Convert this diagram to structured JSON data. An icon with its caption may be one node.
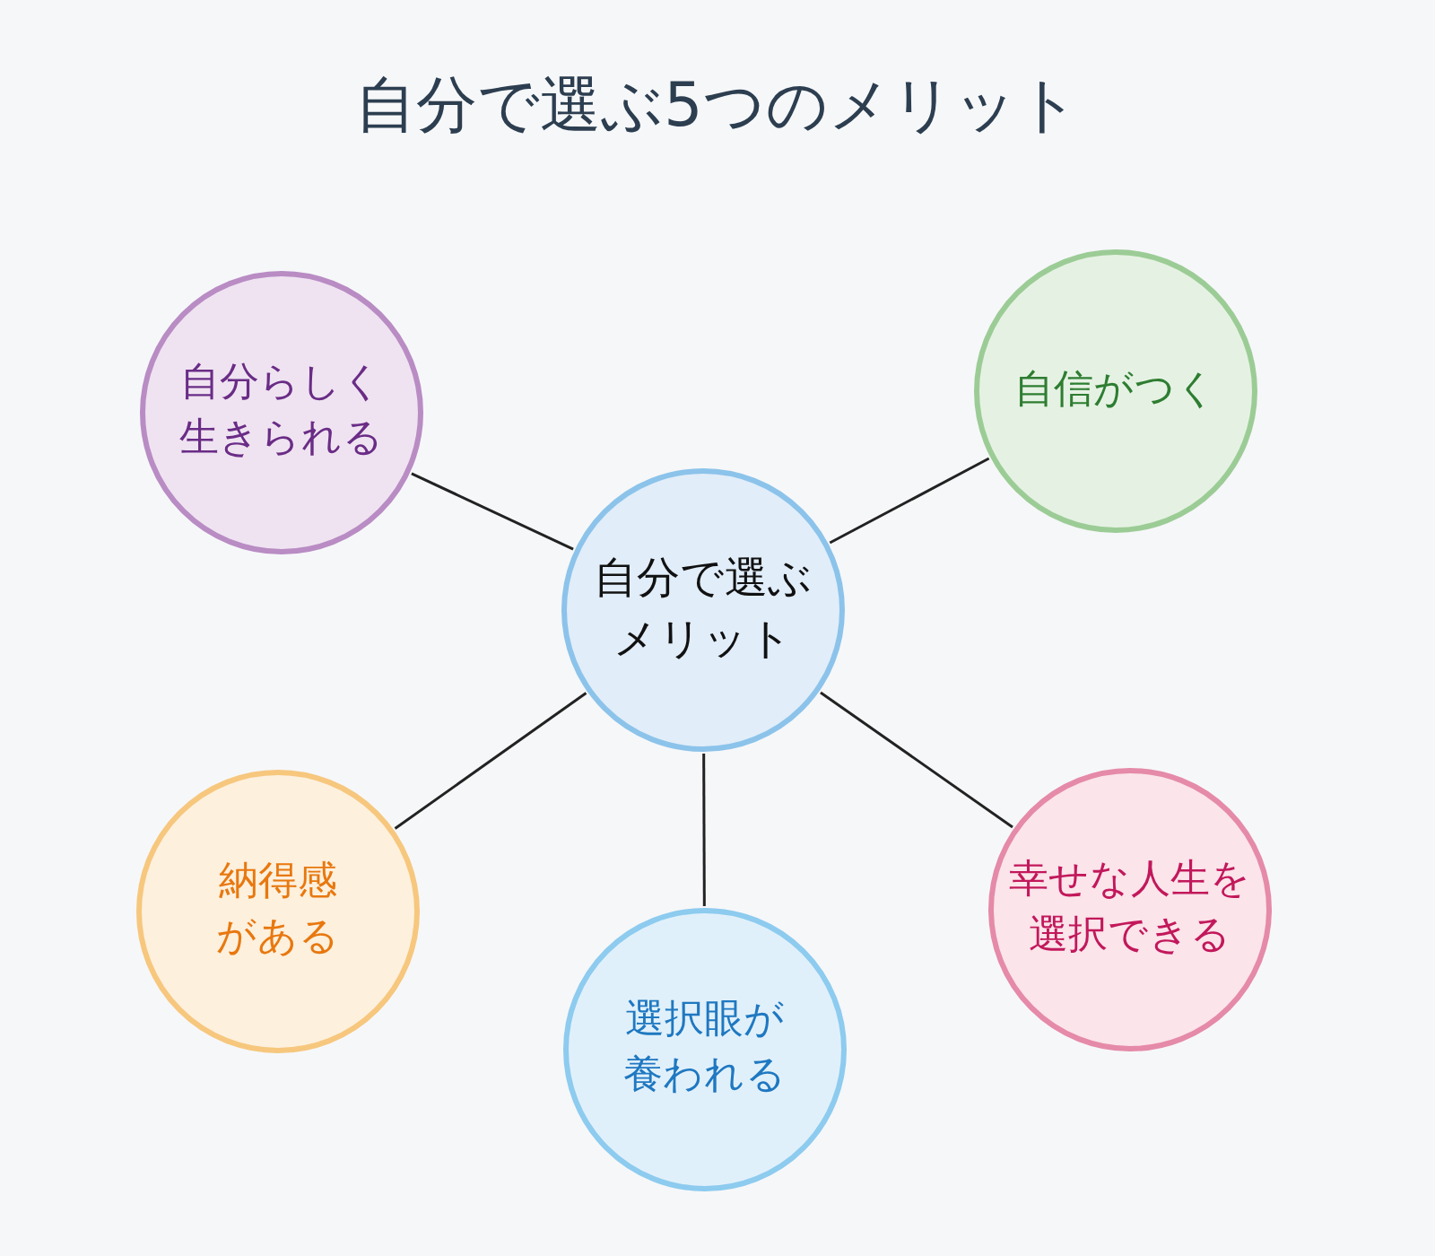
{
  "diagram": {
    "title": "自分で選ぶ5つのメリット",
    "nodes": [
      {
        "text": [
          "自分で選ぶメリット"
        ]
      },
      {
        "text": [
          "自分らしく生きられる"
        ]
      },
      {
        "text": [
          "自信がつく"
        ]
      },
      {
        "text": [
          "納得感がある"
        ]
      },
      {
        "text": [
          "選択眼が養われる"
        ]
      },
      {
        "text": [
          "幸せな人生を選択できる"
        ]
      }
    ],
    "edges": [
      {
        "from": 0,
        "to": 1,
        "arrow": "none"
      },
      {
        "from": 0,
        "to": 2,
        "arrow": "none"
      },
      {
        "from": 0,
        "to": 3,
        "arrow": "none"
      },
      {
        "from": 0,
        "to": 4,
        "arrow": "none"
      },
      {
        "from": 0,
        "to": 5,
        "arrow": "none"
      }
    ]
  }
}
